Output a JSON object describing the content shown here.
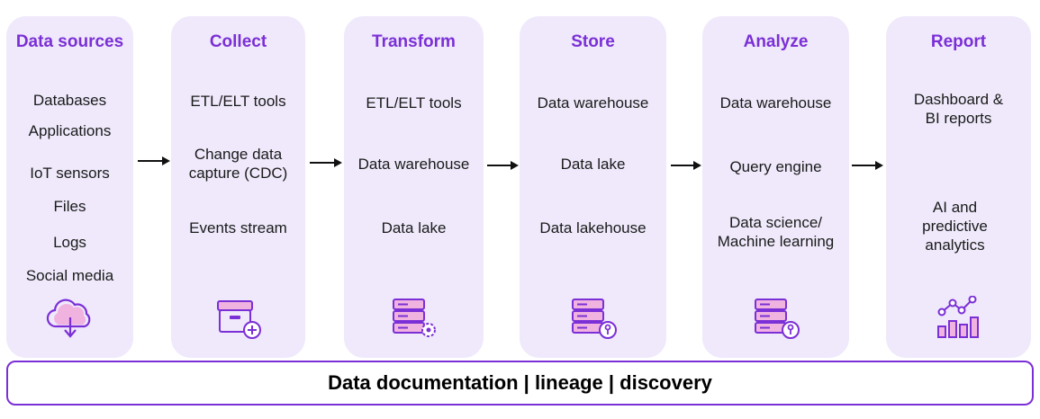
{
  "columns": [
    {
      "title": "Data sources",
      "items": [
        "Databases",
        "Applications",
        "IoT sensors",
        "Files",
        "Logs",
        "Social media"
      ],
      "icon": "cloud-download-icon"
    },
    {
      "title": "Collect",
      "items": [
        "ETL/ELT tools",
        "Change data\ncapture (CDC)",
        "Events stream"
      ],
      "icon": "archive-add-icon"
    },
    {
      "title": "Transform",
      "items": [
        "ETL/ELT tools",
        "Data warehouse",
        "Data lake"
      ],
      "icon": "server-gear-icon"
    },
    {
      "title": "Store",
      "items": [
        "Data warehouse",
        "Data lake",
        "Data lakehouse"
      ],
      "icon": "server-key-icon"
    },
    {
      "title": "Analyze",
      "items": [
        "Data warehouse",
        "Query engine",
        "Data science/\nMachine learning"
      ],
      "icon": "server-key-icon"
    },
    {
      "title": "Report",
      "items": [
        "Dashboard &\nBI reports",
        "AI and\npredictive\nanalytics"
      ],
      "icon": "chart-analytics-icon"
    }
  ],
  "footer": {
    "label": "Data documentation | lineage | discovery"
  },
  "colors": {
    "accent": "#7b2fd6",
    "panel": "#efe9fb"
  }
}
